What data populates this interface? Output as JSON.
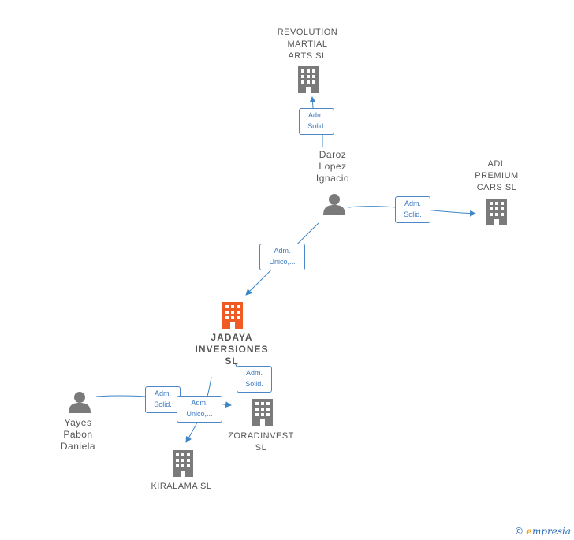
{
  "colors": {
    "edge": "#3d85c6",
    "company": "#7a7a7a",
    "main_company": "#f05a24",
    "person": "#7a7a7a"
  },
  "nodes": {
    "revolution": {
      "label": "REVOLUTION\nMARTIAL\nARTS  SL",
      "type": "company"
    },
    "daroz": {
      "label": "Daroz\nLopez\nIgnacio",
      "type": "person"
    },
    "adl": {
      "label": "ADL\nPREMIUM\nCARS  SL",
      "type": "company"
    },
    "jadaya": {
      "label": "JADAYA\nINVERSIONES\nSL",
      "type": "main-company"
    },
    "yayes": {
      "label": "Yayes\nPabon\nDaniela",
      "type": "person"
    },
    "zoradinvest": {
      "label": "ZORADINVEST\nSL",
      "type": "company"
    },
    "kiralama": {
      "label": "KIRALAMA  SL",
      "type": "company"
    }
  },
  "edges": {
    "daroz_revolution": "Adm.\nSolid.",
    "daroz_adl": "Adm.\nSolid.",
    "daroz_jadaya": "Adm.\nUnico,...",
    "jadaya_zoradinvest": "Adm.\nSolid.",
    "yayes_zoradinvest": "Adm.\nSolid.",
    "jadaya_kiralama": "Adm.\nUnico,..."
  },
  "brand": {
    "copyright": "©",
    "initial": "e",
    "rest": "mpresia"
  }
}
